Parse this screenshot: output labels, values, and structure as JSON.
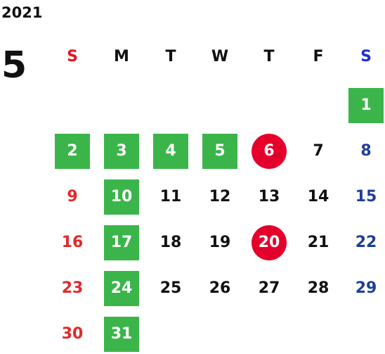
{
  "calendar": {
    "year": "2021",
    "month": "5",
    "weekdays": [
      "S",
      "M",
      "T",
      "W",
      "T",
      "F",
      "S"
    ],
    "colors": {
      "sunday_text": "#e02a2a",
      "saturday_text": "#1e3f96",
      "weekday_text": "#111111",
      "green_highlight": "#3bb54a",
      "red_highlight": "#e4002b"
    },
    "first_weekday": 6,
    "days": [
      {
        "label": "1",
        "style": "green"
      },
      {
        "label": "2",
        "style": "green"
      },
      {
        "label": "3",
        "style": "green"
      },
      {
        "label": "4",
        "style": "green"
      },
      {
        "label": "5",
        "style": "green"
      },
      {
        "label": "6",
        "style": "red"
      },
      {
        "label": "7",
        "style": "normal"
      },
      {
        "label": "8",
        "style": "normal"
      },
      {
        "label": "9",
        "style": "normal"
      },
      {
        "label": "10",
        "style": "green"
      },
      {
        "label": "11",
        "style": "normal"
      },
      {
        "label": "12",
        "style": "normal"
      },
      {
        "label": "13",
        "style": "normal"
      },
      {
        "label": "14",
        "style": "normal"
      },
      {
        "label": "15",
        "style": "normal"
      },
      {
        "label": "16",
        "style": "normal"
      },
      {
        "label": "17",
        "style": "green"
      },
      {
        "label": "18",
        "style": "normal"
      },
      {
        "label": "19",
        "style": "normal"
      },
      {
        "label": "20",
        "style": "red"
      },
      {
        "label": "21",
        "style": "normal"
      },
      {
        "label": "22",
        "style": "normal"
      },
      {
        "label": "23",
        "style": "normal"
      },
      {
        "label": "24",
        "style": "green"
      },
      {
        "label": "25",
        "style": "normal"
      },
      {
        "label": "26",
        "style": "normal"
      },
      {
        "label": "27",
        "style": "normal"
      },
      {
        "label": "28",
        "style": "normal"
      },
      {
        "label": "29",
        "style": "normal"
      },
      {
        "label": "30",
        "style": "normal"
      },
      {
        "label": "31",
        "style": "green"
      }
    ]
  }
}
